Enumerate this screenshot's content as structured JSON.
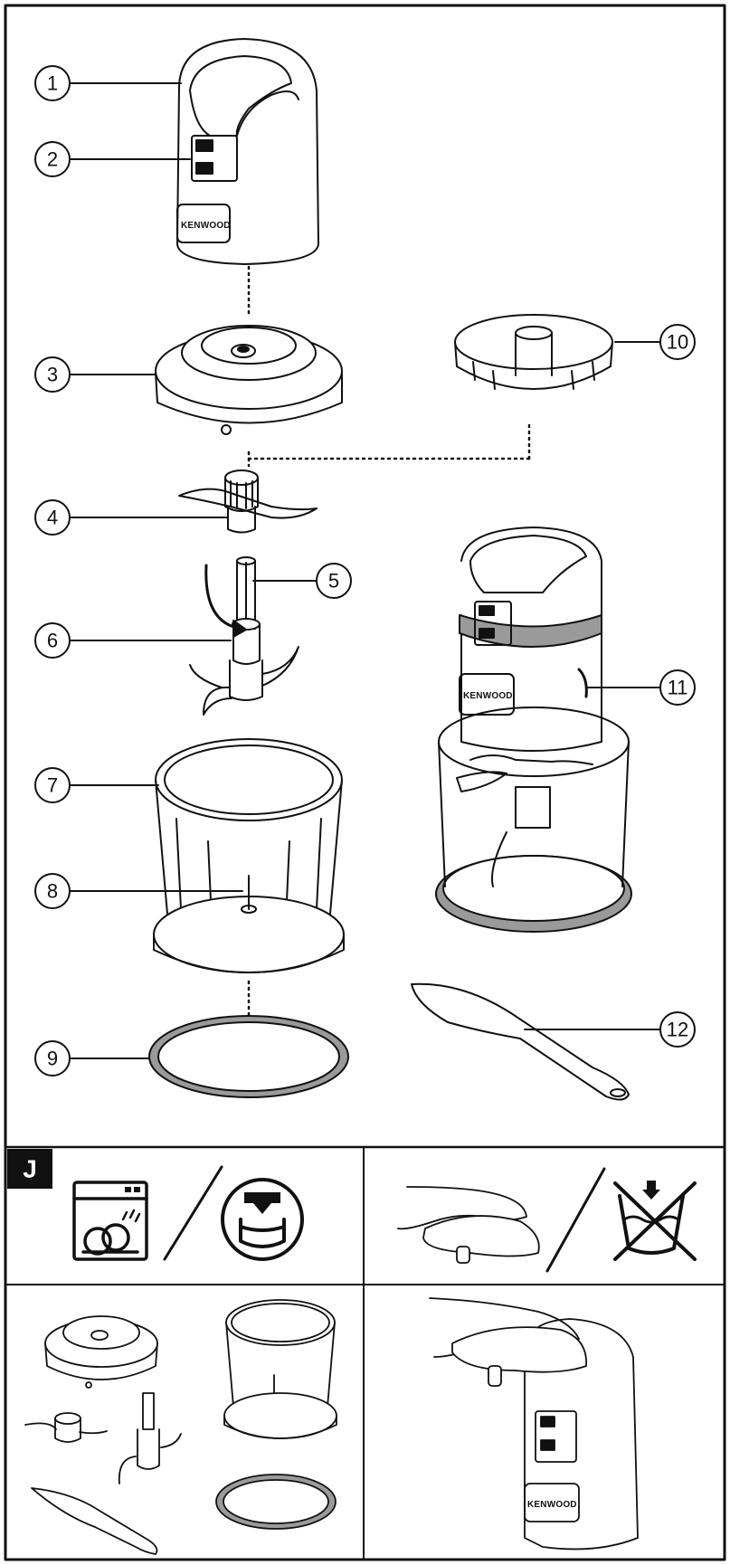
{
  "brand": "KENWOOD",
  "section_label": "J",
  "speed_marks": [
    "1",
    "2"
  ],
  "callouts": [
    "1",
    "2",
    "3",
    "4",
    "5",
    "6",
    "7",
    "8",
    "9",
    "10",
    "11",
    "12"
  ],
  "colors": {
    "ink": "#111111",
    "ring": "#9a9a9a",
    "paper": "#ffffff"
  },
  "icons": {
    "dishwasher_safe": "dishwasher-icon",
    "top_rack": "top-rack-dishwasher-icon",
    "wipe_clean": "wipe-hand-icon",
    "do_not_immerse": "no-immerse-icon"
  }
}
